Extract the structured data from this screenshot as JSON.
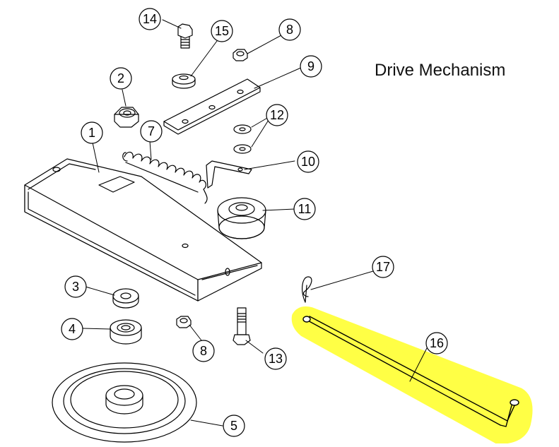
{
  "title": "Drive Mechanism",
  "highlight_color": "#ffff3c",
  "line_color": "#000000",
  "callouts": [
    {
      "id": "c14",
      "label": "14"
    },
    {
      "id": "c15",
      "label": "15"
    },
    {
      "id": "c8a",
      "label": "8"
    },
    {
      "id": "c9",
      "label": "9"
    },
    {
      "id": "c2",
      "label": "2"
    },
    {
      "id": "c12",
      "label": "12"
    },
    {
      "id": "c1",
      "label": "1"
    },
    {
      "id": "c7",
      "label": "7"
    },
    {
      "id": "c10",
      "label": "10"
    },
    {
      "id": "c11",
      "label": "11"
    },
    {
      "id": "c17",
      "label": "17"
    },
    {
      "id": "c3",
      "label": "3"
    },
    {
      "id": "c4",
      "label": "4"
    },
    {
      "id": "c8b",
      "label": "8"
    },
    {
      "id": "c13",
      "label": "13"
    },
    {
      "id": "c16",
      "label": "16"
    },
    {
      "id": "c5",
      "label": "5"
    }
  ],
  "parts": [
    {
      "id": "part-1",
      "icon": "drive-bracket-icon"
    },
    {
      "id": "part-2",
      "icon": "hex-nut-icon"
    },
    {
      "id": "part-3",
      "icon": "spacer-icon"
    },
    {
      "id": "part-4",
      "icon": "bearing-icon"
    },
    {
      "id": "part-5",
      "icon": "pulley-icon"
    },
    {
      "id": "part-7",
      "icon": "spring-icon"
    },
    {
      "id": "part-8",
      "icon": "hex-nut-icon"
    },
    {
      "id": "part-9",
      "icon": "plate-icon"
    },
    {
      "id": "part-10",
      "icon": "clip-bracket-icon"
    },
    {
      "id": "part-11",
      "icon": "idler-pulley-icon"
    },
    {
      "id": "part-12",
      "icon": "washer-icon"
    },
    {
      "id": "part-13",
      "icon": "bolt-icon"
    },
    {
      "id": "part-14",
      "icon": "bolt-icon"
    },
    {
      "id": "part-15",
      "icon": "washer-icon"
    },
    {
      "id": "part-16",
      "icon": "rod-icon"
    },
    {
      "id": "part-17",
      "icon": "hairpin-clip-icon"
    }
  ]
}
